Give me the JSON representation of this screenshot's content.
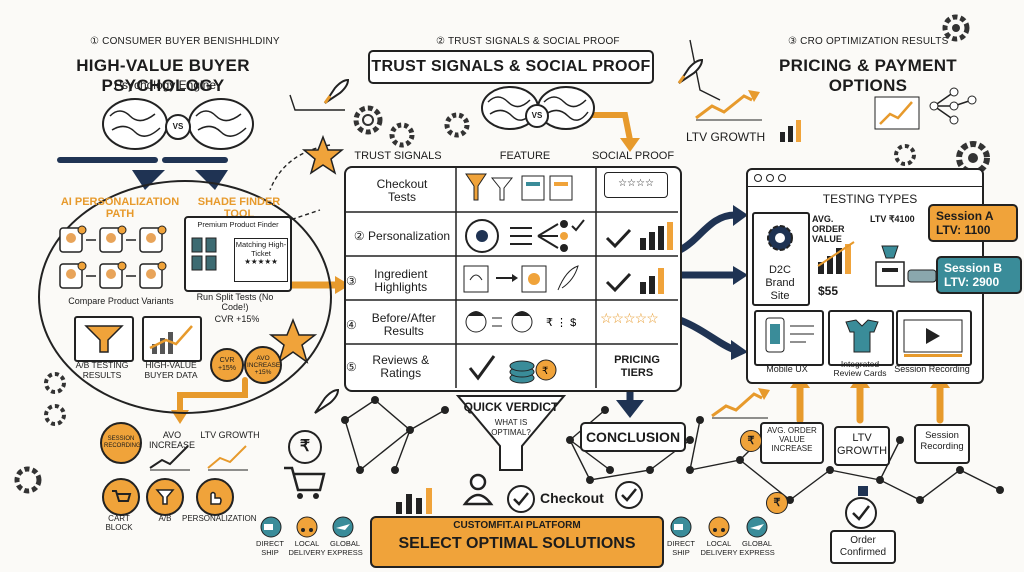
{
  "sections": {
    "left": {
      "number": "①",
      "subtitle": "CONSUMER BUYER BENISHHLDINY",
      "title": "HIGH-VALUE BUYER PSYCHOLOGY",
      "engine": "Psychology Engine",
      "vs": "VS"
    },
    "middle": {
      "number": "②",
      "subtitle": "TRUST SIGNALs & SOCIAL PROOF",
      "title": "TRUST SIGNALS & SOCIAL PROOF",
      "vs": "VS"
    },
    "right": {
      "number": "③",
      "subtitle": "CRO OPTIMIZATION RESULTS",
      "title": "PRICING & PAYMENT OPTIONS"
    }
  },
  "left_panel": {
    "ai_path": "AI PERSONALIZATION PATH",
    "shade_tool": "SHADE FINDER TOOL",
    "premium_finder": "Premium Product Finder",
    "matching": "Matching High-Ticket",
    "compare": "Compare Product Variants",
    "run_split": "Run Split Tests (No Code!)",
    "cvr": "CVR +15%",
    "ab_results": "A/B TESTING RESULTS",
    "high_value_data": "HIGH-VALUE BUYER DATA",
    "badge_cvr": "CVR +15%",
    "badge_avo": "AVO INCREASE +15%"
  },
  "left_bottom": {
    "session_recording": "SESSION RECORDING",
    "avo_increase": "AVO INCREASE",
    "ltv_growth": "LTV GROWTH",
    "currency": "₹",
    "cart_block": "CART BLOCK",
    "ab": "A/B",
    "personalization": "PERSONALIZATION",
    "direct_ship": "DIRECT SHIP",
    "local_delivery": "LOCAL DELIVERY",
    "global_express": "GLOBAL EXPRESS"
  },
  "table": {
    "headers": [
      "TRUST SIGNALS",
      "FEATURE",
      "SOCIAL PROOF"
    ],
    "rows": [
      {
        "label": "Checkout Tests",
        "num": ""
      },
      {
        "label": "Personalization",
        "num": "②"
      },
      {
        "label": "Ingredient Highlights",
        "num": "③"
      },
      {
        "label": "Before/After Results",
        "num": "④"
      },
      {
        "label": "Reviews & Ratings",
        "num": "⑤"
      }
    ],
    "pricing_tiers": "PRICING TIERS"
  },
  "middle_bottom": {
    "quick_verdict": "QUICK VERDICT",
    "what_is_optimal": "WHAT IS OPTIMAL?",
    "conclusion": "CONCLUSION",
    "checkout": "Checkout",
    "platform": "CUSTOMFIT.AI PLATFORM",
    "select": "SELECT OPTIMAL SOLUTIONS"
  },
  "right_panel": {
    "ltv_growth": "LTV GROWTH",
    "testing_types": "TESTING TYPES",
    "avg_order": "AVG. ORDER VALUE",
    "ltv": "LTV ₹4100",
    "d2c": "D2C Brand Site",
    "price": "$55",
    "session_a": "Session A LTV: 1100",
    "session_b": "Session B LTV: 2900",
    "mobile_ux": "Mobile UX",
    "review_cards": "Integrated Review Cards",
    "session_recording": "Session Recording"
  },
  "right_bottom": {
    "avg_order_inc": "AVG. ORDER VALUE INCREASE",
    "ltv_growth": "LTV GROWTH",
    "session_recording": "Session Recording",
    "order_confirmed": "Order Confirmed",
    "currency": "₹",
    "direct_ship": "DIRECT SHIP",
    "local_delivery": "LOCAL DELIVERY",
    "global_express": "GLOBAL EXPRESS"
  },
  "colors": {
    "orange": "#f0a33a",
    "navy": "#1f3353",
    "teal": "#3a8c99",
    "ink": "#1c1c1c"
  }
}
